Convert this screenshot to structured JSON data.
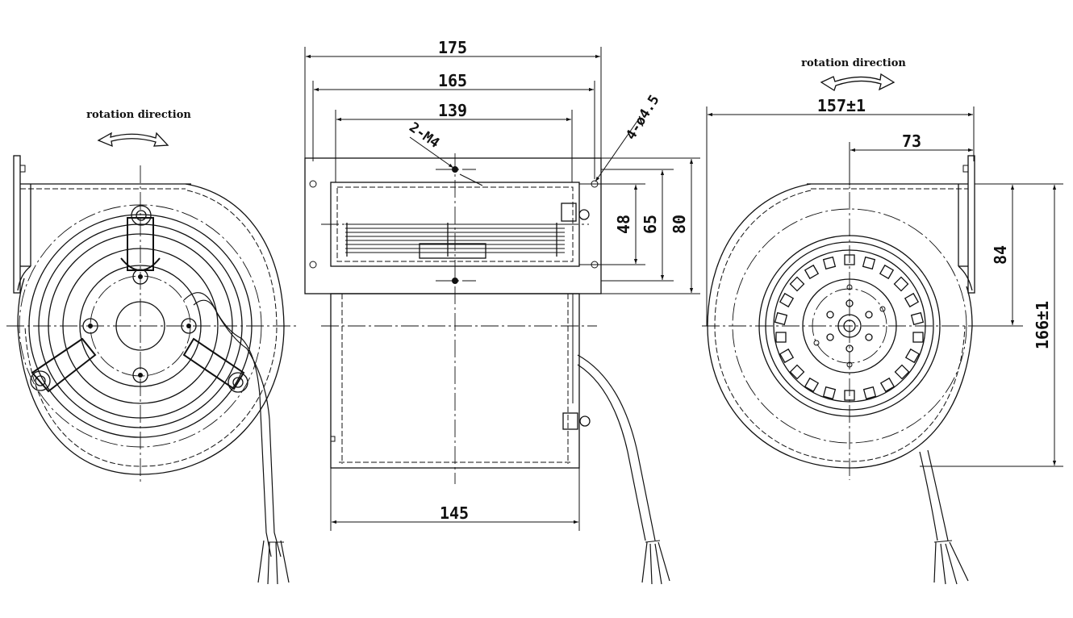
{
  "views": {
    "left": {
      "label": "rotation direction"
    },
    "right": {
      "label": "rotation direction"
    }
  },
  "dimensions": {
    "d175": "175",
    "d165": "165",
    "d139": "139",
    "d145": "145",
    "d48": "48",
    "d65": "65",
    "d80": "80",
    "d157": "157±1",
    "d73": "73",
    "d84": "84",
    "d166": "166±1"
  },
  "callouts": {
    "m4": "2-M4",
    "holes": "4-ø4.5"
  }
}
